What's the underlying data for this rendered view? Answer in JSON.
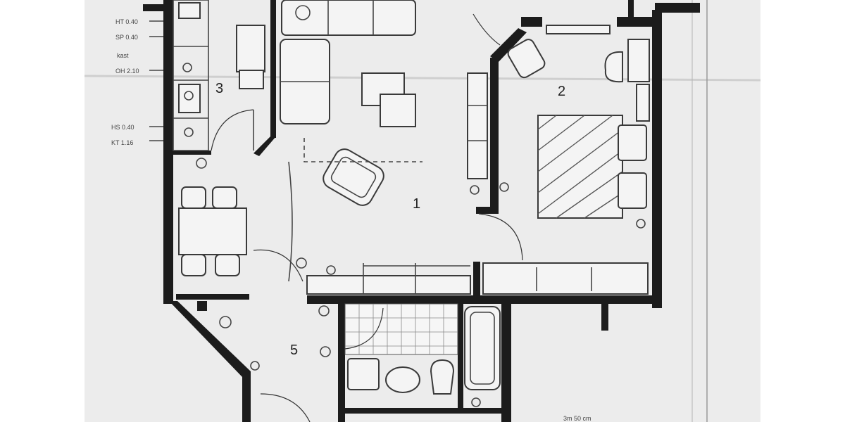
{
  "photo": {
    "paper_color": "#ececec",
    "margin_color": "#ffffff",
    "wall_color": "#1c1c1c"
  },
  "rooms": [
    {
      "id": "living",
      "number": "1"
    },
    {
      "id": "bedroom",
      "number": "2"
    },
    {
      "id": "kitchen",
      "number": "3"
    },
    {
      "id": "hallway",
      "number": "5"
    }
  ],
  "side_notes": [
    {
      "id": "ht",
      "text": "HT 0.40"
    },
    {
      "id": "sp",
      "text": "SP 0.40"
    },
    {
      "id": "small",
      "text": "kast"
    },
    {
      "id": "oh",
      "text": "OH 2.10"
    },
    {
      "id": "hs",
      "text": "HS 0.40"
    },
    {
      "id": "kt",
      "text": "KT 1.16"
    }
  ],
  "bottom_note": "3m 50 cm"
}
